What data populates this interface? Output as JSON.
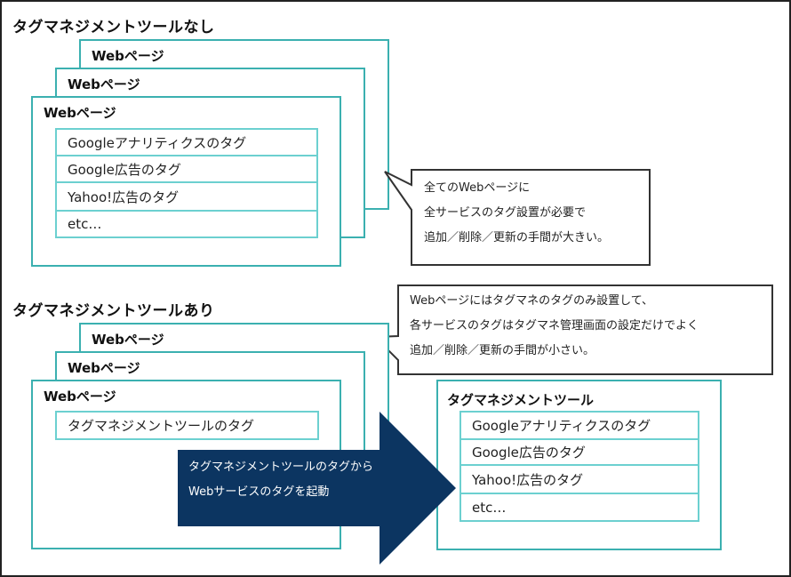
{
  "colors": {
    "page_border": "#3bb0b0",
    "tag_border": "#6cd0d0",
    "arrow_fill": "#0c3561",
    "callout_border": "#333333"
  },
  "without_tool": {
    "title": "タグマネジメントツールなし",
    "pages": [
      {
        "label": "Webページ"
      },
      {
        "label": "Webページ"
      },
      {
        "label": "Webページ"
      }
    ],
    "tags": [
      "Googleアナリティクスのタグ",
      "Google広告のタグ",
      "Yahoo!広告のタグ",
      "etc…"
    ],
    "callout": {
      "lines": [
        "全てのWebページに",
        "全サービスのタグ設置が必要で",
        "追加／削除／更新の手間が大きい。"
      ]
    }
  },
  "with_tool": {
    "title": "タグマネジメントツールあり",
    "pages": [
      {
        "label": "Webページ"
      },
      {
        "label": "Webページ"
      },
      {
        "label": "Webページ"
      }
    ],
    "page_tag": "タグマネジメントツールのタグ",
    "callout": {
      "lines": [
        "Webページにはタグマネのタグのみ設置して、",
        "各サービスのタグはタグマネ管理画面の設定だけでよく",
        "追加／削除／更新の手間が小さい。"
      ]
    },
    "arrow": {
      "lines": [
        "タグマネジメントツールのタグから",
        "Webサービスのタグを起動"
      ]
    },
    "tool": {
      "title": "タグマネジメントツール",
      "tags": [
        "Googleアナリティクスのタグ",
        "Google広告のタグ",
        "Yahoo!広告のタグ",
        "etc…"
      ]
    }
  }
}
